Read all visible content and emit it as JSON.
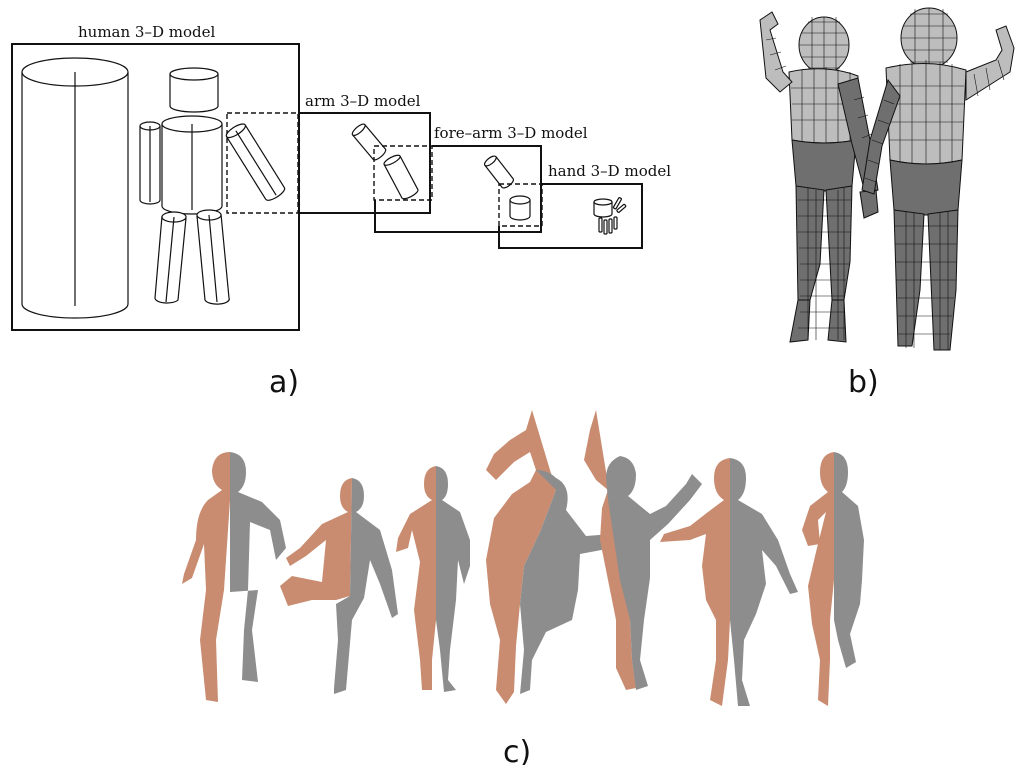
{
  "panel_a": {
    "labels": {
      "human": "human  3–D  model",
      "arm": "arm  3–D  model",
      "forearm": "fore–arm  3–D  model",
      "hand": "hand  3–D  model"
    },
    "caption": "a)"
  },
  "panel_b": {
    "caption": "b)"
  },
  "panel_c": {
    "caption": "c)",
    "figure_count": 7
  },
  "colors": {
    "copper": "#c98c70",
    "gray": "#8d8d8d",
    "mesh_light": "#bdbdbd",
    "mesh_dark": "#6f6f6f"
  }
}
